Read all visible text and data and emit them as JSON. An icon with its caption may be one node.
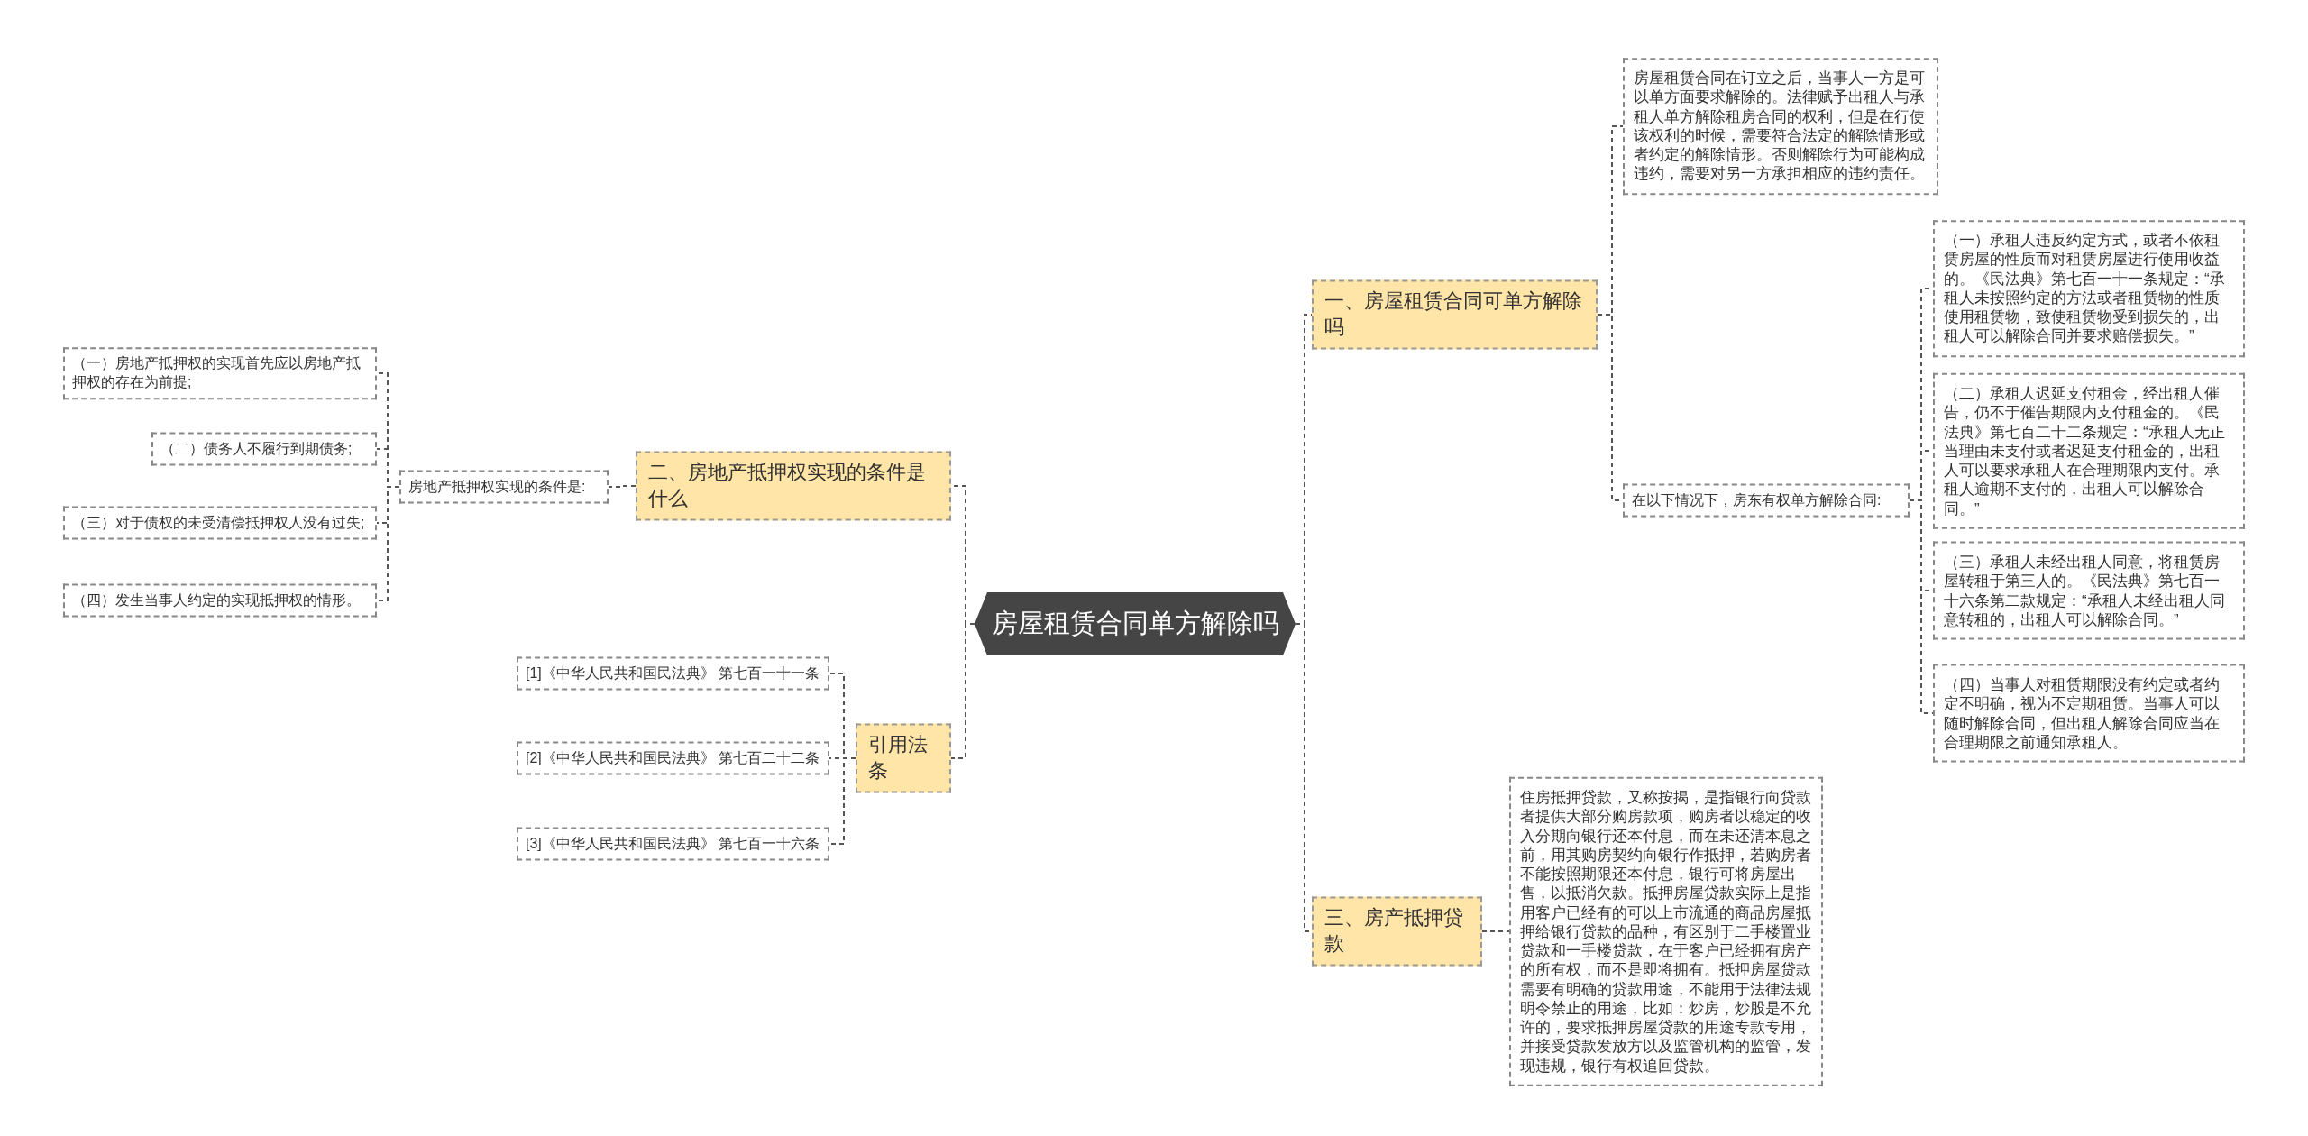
{
  "diagram": {
    "nodes": [
      {
        "text": [
          "房屋租赁合同单方解除吗"
        ]
      },
      {
        "text": [
          "一、房屋租赁合同可单方解除吗"
        ]
      },
      {
        "text": [
          "房屋租赁合同在订立之后，当事人一方是可以单方面要求解除的。法律赋予出租人与承租人单方解除租房合同的权利，但是在行使该权利的时候，需要符合法定的解除情形或者约定的解除情形。否则解除行为可能构成违约，需要对另一方承担相应的违约责任。"
        ]
      },
      {
        "text": [
          "在以下情况下，房东有权单方解除合同:"
        ]
      },
      {
        "text": [
          "（一）承租人违反约定方式，或者不依租赁房屋的性质而对租赁房屋进行使用收益的。《民法典》第七百一十一条规定：“承租人未按照约定的方法或者租赁物的性质使用租赁物，致使租赁物受到损失的，出租人可以解除合同并要求赔偿损失。”"
        ]
      },
      {
        "text": [
          "（二）承租人迟延支付租金，经出租人催告，仍不于催告期限内支付租金的。《民法典》第七百二十二条规定：“承租人无正当理由未支付或者迟延支付租金的，出租人可以要求承租人在合理期限内支付。承租人逾期不支付的，出租人可以解除合同。”"
        ]
      },
      {
        "text": [
          "（三）承租人未经出租人同意，将租赁房屋转租于第三人的。《民法典》第七百一十六条第二款规定：“承租人未经出租人同意转租的，出租人可以解除合同。”"
        ]
      },
      {
        "text": [
          "（四）当事人对租赁期限没有约定或者约定不明确，视为不定期租赁。当事人可以随时解除合同，但出租人解除合同应当在合理期限之前通知承租人。"
        ]
      },
      {
        "text": [
          "三、房产抵押贷款"
        ]
      },
      {
        "text": [
          "住房抵押贷款，又称按揭，是指银行向贷款者提供大部分购房款项，购房者以稳定的收入分期向银行还本付息，而在未还清本息之前，用其购房契约向银行作抵押，若购房者不能按照期限还本付息，银行可将房屋出售，以抵消欠款。抵押房屋贷款实际上是指用客户已经有的可以上市流通的商品房屋抵押给银行贷款的品种，有区别于二手楼置业贷款和一手楼贷款，在于客户已经拥有房产的所有权，而不是即将拥有。抵押房屋贷款需要有明确的贷款用途，不能用于法律法规明令禁止的用途，比如：炒房，炒股是不允许的，要求抵押房屋贷款的用途专款专用，并接受贷款发放方以及监管机构的监管，发现违规，银行有权追回贷款。"
        ]
      },
      {
        "text": [
          "二、房地产抵押权实现的条件是什么"
        ]
      },
      {
        "text": [
          "房地产抵押权实现的条件是:"
        ]
      },
      {
        "text": [
          "（一）房地产抵押权的实现首先应以房地产抵押权的存在为前提;"
        ]
      },
      {
        "text": [
          "（二）债务人不履行到期债务;"
        ]
      },
      {
        "text": [
          "（三）对于债权的未受清偿抵押权人没有过失;"
        ]
      },
      {
        "text": [
          "（四）发生当事人约定的实现抵押权的情形。"
        ]
      },
      {
        "text": [
          "引用法条"
        ]
      },
      {
        "text": [
          "[1]《中华人民共和国民法典》 第七百一十一条"
        ]
      },
      {
        "text": [
          "[2]《中华人民共和国民法典》 第七百二十二条"
        ]
      },
      {
        "text": [
          "[3]《中华人民共和国民法典》 第七百一十六条"
        ]
      }
    ],
    "edges": [
      {
        "from": 0,
        "to": 1,
        "arrow": "none"
      },
      {
        "from": 1,
        "to": 2,
        "arrow": "none"
      },
      {
        "from": 1,
        "to": 3,
        "arrow": "none"
      },
      {
        "from": 3,
        "to": 4,
        "arrow": "none"
      },
      {
        "from": 3,
        "to": 5,
        "arrow": "none"
      },
      {
        "from": 3,
        "to": 6,
        "arrow": "none"
      },
      {
        "from": 3,
        "to": 7,
        "arrow": "none"
      },
      {
        "from": 0,
        "to": 8,
        "arrow": "none"
      },
      {
        "from": 8,
        "to": 9,
        "arrow": "none"
      },
      {
        "from": 0,
        "to": 10,
        "arrow": "none"
      },
      {
        "from": 10,
        "to": 11,
        "arrow": "none"
      },
      {
        "from": 11,
        "to": 12,
        "arrow": "none"
      },
      {
        "from": 11,
        "to": 13,
        "arrow": "none"
      },
      {
        "from": 11,
        "to": 14,
        "arrow": "none"
      },
      {
        "from": 11,
        "to": 15,
        "arrow": "none"
      },
      {
        "from": 0,
        "to": 16,
        "arrow": "none"
      },
      {
        "from": 16,
        "to": 17,
        "arrow": "none"
      },
      {
        "from": 16,
        "to": 18,
        "arrow": "none"
      },
      {
        "from": 16,
        "to": 19,
        "arrow": "none"
      }
    ]
  }
}
